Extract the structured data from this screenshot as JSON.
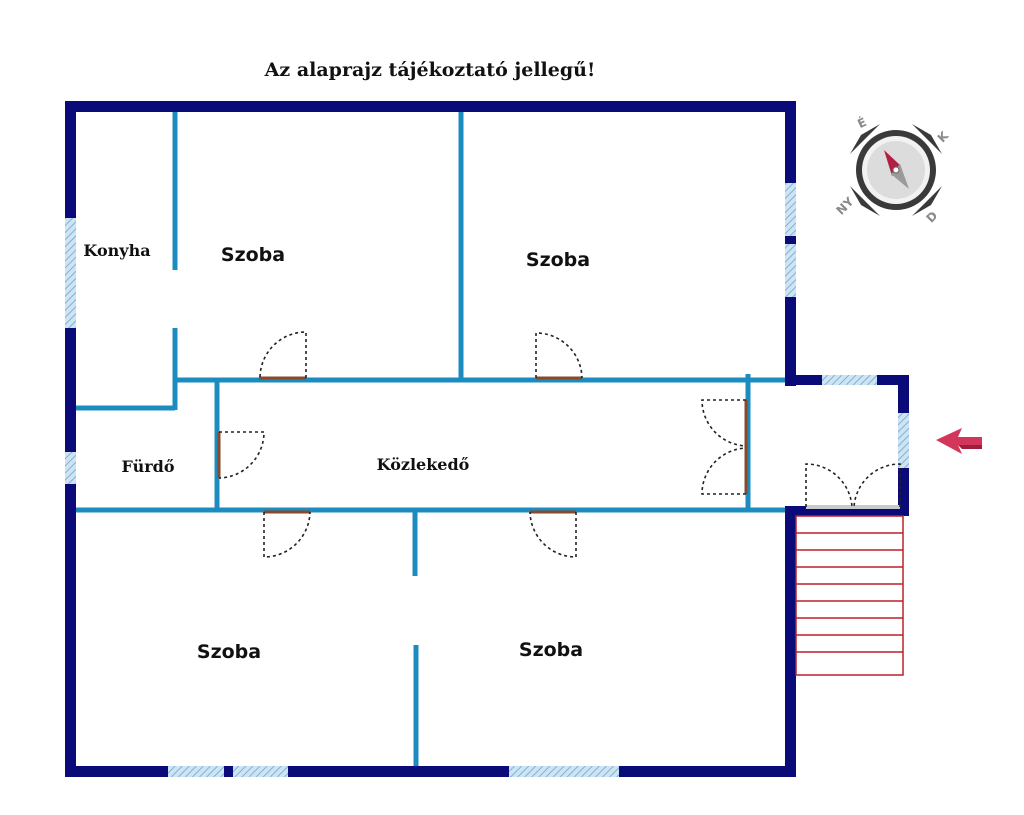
{
  "title": "Az alaprajz tájékoztató jellegű!",
  "rooms": {
    "konyha": "Konyha",
    "szoba_top_left": "Szoba",
    "szoba_top_right": "Szoba",
    "furdo": "Fürdő",
    "kozlekedo": "Közlekedő",
    "szoba_bottom_left": "Szoba",
    "szoba_bottom_right": "Szoba"
  },
  "compass": {
    "north": "É",
    "east": "K",
    "south": "D",
    "west": "NY"
  },
  "colors": {
    "outer_wall": "#0a0a78",
    "inner_wall": "#1c8cc0",
    "window": "#a9cde6",
    "stairs": "#b8222a",
    "entrance_arrow": "#d2365a",
    "door_floor": "#8a4a2a"
  }
}
